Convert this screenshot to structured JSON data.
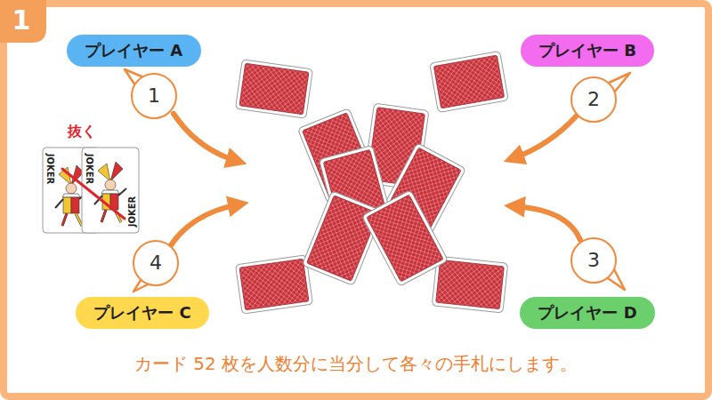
{
  "diagram": {
    "caption": "カード 52 枚を人数分に当分して各々の手札にします。",
    "nodes": [
      {
        "text": [
          "プレイヤー A"
        ]
      },
      {
        "text": [
          "プレイヤー B"
        ]
      },
      {
        "text": [
          "1"
        ]
      },
      {
        "text": [
          "2"
        ]
      },
      {
        "text": [
          "4"
        ]
      },
      {
        "text": [
          "3"
        ]
      },
      {
        "text": [
          "プレイヤー C"
        ]
      },
      {
        "text": [
          "プレイヤー D"
        ]
      }
    ],
    "labels": [
      "1",
      "抜く",
      "JOKER",
      "JOKER",
      "JOKER"
    ]
  }
}
